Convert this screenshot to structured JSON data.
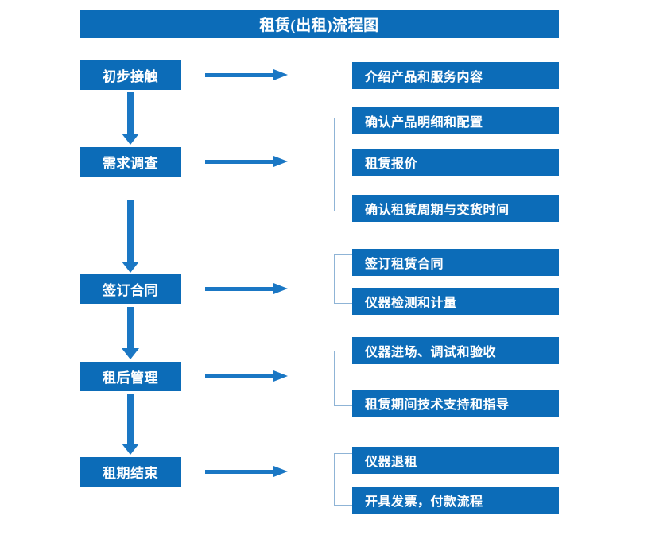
{
  "chart_title": "租赁(出租)流程图",
  "colors": {
    "box_fill": "#0c6cb8",
    "box_text": "#ffffff",
    "arrow": "#1a77c4",
    "bracket": "#8fb4d6",
    "background": "#ffffff"
  },
  "flow": {
    "stages": [
      {
        "label": "初步接触"
      },
      {
        "label": "需求调查"
      },
      {
        "label": "签订合同"
      },
      {
        "label": "租后管理"
      },
      {
        "label": "租期结束"
      }
    ],
    "details": [
      {
        "label": "介绍产品和服务内容"
      },
      {
        "label": "确认产品明细和配置"
      },
      {
        "label": "租赁报价"
      },
      {
        "label": "确认租赁周期与交货时间"
      },
      {
        "label": "签订租赁合同"
      },
      {
        "label": "仪器检测和计量"
      },
      {
        "label": "仪器进场、调试和验收"
      },
      {
        "label": "租赁期间技术支持和指导"
      },
      {
        "label": "仪器退租"
      },
      {
        "label": "开具发票，付款流程"
      }
    ],
    "groups": [
      {
        "stage": "需求调查",
        "detail_labels": [
          "确认产品明细和配置",
          "租赁报价",
          "确认租赁周期与交货时间"
        ]
      },
      {
        "stage": "签订合同",
        "detail_labels": [
          "签订租赁合同",
          "仪器检测和计量"
        ]
      },
      {
        "stage": "租后管理",
        "detail_labels": [
          "仪器进场、调试和验收",
          "租赁期间技术支持和指导"
        ]
      },
      {
        "stage": "租期结束",
        "detail_labels": [
          "仪器退租",
          "开具发票，付款流程"
        ]
      }
    ]
  }
}
